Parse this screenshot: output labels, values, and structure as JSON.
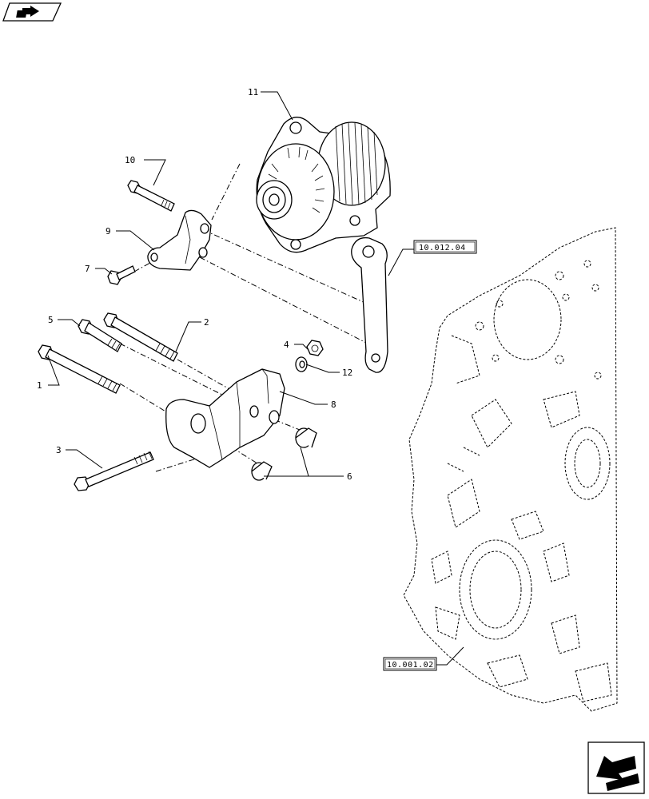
{
  "callouts": {
    "c1": "1",
    "c2": "2",
    "c3": "3",
    "c4": "4",
    "c5": "5",
    "c6": "6",
    "c7": "7",
    "c8": "8",
    "c9": "9",
    "c10": "10",
    "c11": "11",
    "c12": "12"
  },
  "references": {
    "ref_top": "10.012.04",
    "ref_bottom": "10.001.02"
  },
  "icons": {
    "top_left": "forward-arrow-icon",
    "bottom_right": "back-arrow-icon"
  }
}
